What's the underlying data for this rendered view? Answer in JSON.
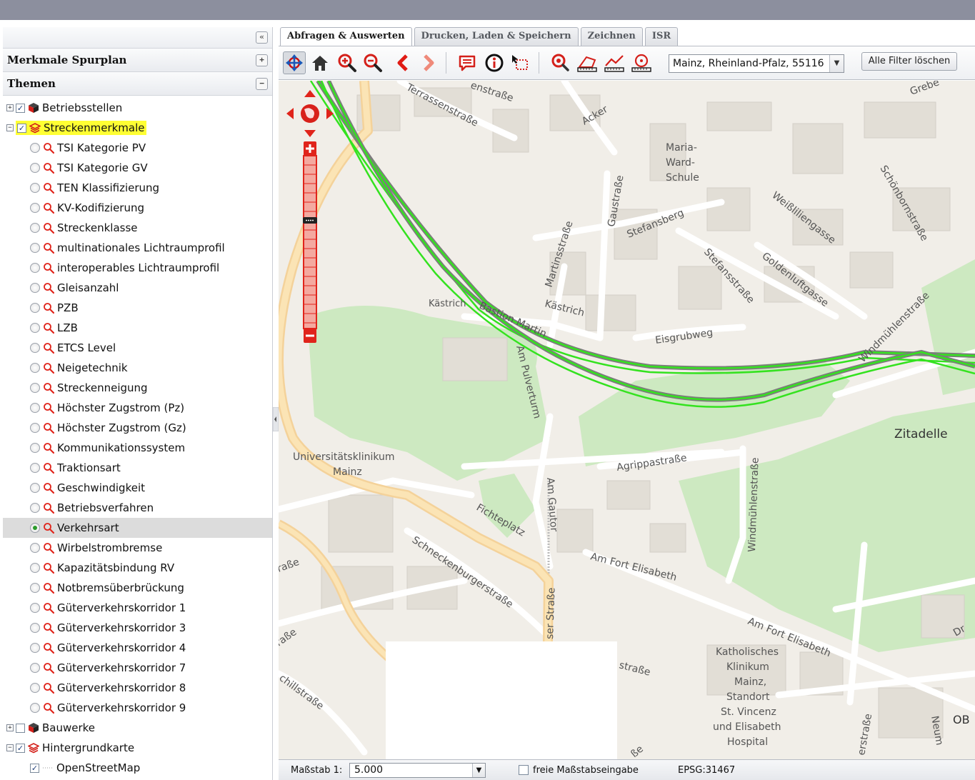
{
  "panel": {
    "collapse_glyph": "«",
    "sections": [
      {
        "title": "Merkmale Spurplan",
        "toggle": "+"
      },
      {
        "title": "Themen",
        "toggle": "−"
      }
    ]
  },
  "tree": {
    "nodes": [
      {
        "label": "Betriebsstellen",
        "expander": "+",
        "checked": true,
        "icon": "cube-icon"
      },
      {
        "label": "Streckenmerkmale",
        "expander": "−",
        "checked": true,
        "icon": "layers-icon",
        "highlighted": true
      },
      {
        "label": "TSI Kategorie PV"
      },
      {
        "label": "TSI Kategorie GV"
      },
      {
        "label": "TEN Klassifizierung"
      },
      {
        "label": "KV-Kodifizierung"
      },
      {
        "label": "Streckenklasse"
      },
      {
        "label": "multinationales Lichtraumprofil"
      },
      {
        "label": "interoperables Lichtraumprofil"
      },
      {
        "label": "Gleisanzahl"
      },
      {
        "label": "PZB"
      },
      {
        "label": "LZB"
      },
      {
        "label": "ETCS Level"
      },
      {
        "label": "Neigetechnik"
      },
      {
        "label": "Streckenneigung"
      },
      {
        "label": "Höchster Zugstrom (Pz)"
      },
      {
        "label": "Höchster Zugstrom (Gz)"
      },
      {
        "label": "Kommunikationssystem"
      },
      {
        "label": "Traktionsart"
      },
      {
        "label": "Geschwindigkeit"
      },
      {
        "label": "Betriebsverfahren"
      },
      {
        "label": "Verkehrsart",
        "selected": true
      },
      {
        "label": "Wirbelstrombremse"
      },
      {
        "label": "Kapazitätsbindung RV"
      },
      {
        "label": "Notbremsüberbrückung"
      },
      {
        "label": "Güterverkehrskorridor 1"
      },
      {
        "label": "Güterverkehrskorridor 3"
      },
      {
        "label": "Güterverkehrskorridor 4"
      },
      {
        "label": "Güterverkehrskorridor 7"
      },
      {
        "label": "Güterverkehrskorridor 8"
      },
      {
        "label": "Güterverkehrskorridor 9"
      },
      {
        "label": "Bauwerke",
        "expander": "+",
        "checked": false,
        "icon": "cube-icon"
      },
      {
        "label": "Hintergrundkarte",
        "expander": "−",
        "checked": true,
        "icon": "layers-icon"
      },
      {
        "label": "OpenStreetMap",
        "checked": true
      }
    ]
  },
  "tabs": [
    {
      "label": "Abfragen & Auswerten",
      "active": true
    },
    {
      "label": "Drucken, Laden & Speichern"
    },
    {
      "label": "Zeichnen"
    },
    {
      "label": "ISR"
    }
  ],
  "toolbar": {
    "location_value": "Mainz, Rheinland-Pfalz, 55116",
    "clear_filters_label": "Alle Filter löschen"
  },
  "map": {
    "labels": {
      "terrassen": "Terrassenstraße",
      "acker": "Acker",
      "ernst": "enstraße",
      "grebe": "Grebe",
      "maria1": "Maria-",
      "maria2": "Ward-",
      "maria3": "Schule",
      "gau": "Gaustraße",
      "stefansberg": "Stefansberg",
      "weissl": "Weißliliengasse",
      "schoenborn": "Schönbornstraße",
      "martins": "Martinsstraße",
      "stefanss": "Stefansstraße",
      "goldenluft": "Goldenluftgasse",
      "kaestrich": "Kästrich",
      "kaestrich2": "Kästrich",
      "bastion": "Bastion Martin",
      "eisgrub": "Eisgrubweg",
      "windm1": "Windmühlenstraße",
      "pulver": "Am Pulverturm",
      "zitadelle": "Zitadelle",
      "uniklinik1": "Universitätsklinikum",
      "uniklinik2": "Mainz",
      "agrippa": "Agrippastraße",
      "windm2": "Windmühlenstraße",
      "gautor": "Am Gautor",
      "fichte": "Fichteplatz",
      "fortelis1": "Am Fort Elisabeth",
      "schnecken": "Schneckenburgerstraße",
      "strasse1": "raße",
      "kaiser": "ser Straße",
      "fortelis2": "Am Fort Elisabeth",
      "kath1": "Katholisches",
      "kath2": "Klinikum",
      "kath3": "Mainz,",
      "kath4": "Standort",
      "kath5": "St. Vincenz",
      "kath6": "und Elisabeth",
      "kath7": "Hospital",
      "strasse2": "raße",
      "schill": "chillstraße",
      "strasse3": "straße",
      "ob": "OB",
      "dr": "Dr",
      "neum": "Neum",
      "erstr": "erstraße",
      "sse": "ße"
    }
  },
  "status": {
    "scale_label": "Maßstab 1:",
    "scale_value": "5.000",
    "free_scale_label": "freie Maßstabseingabe",
    "epsg": "EPSG:31467"
  },
  "colors": {
    "highlight": "#ffff33",
    "track_green": "#34e21f",
    "search_red": "#e0241b",
    "map_park": "#cde9c1"
  }
}
